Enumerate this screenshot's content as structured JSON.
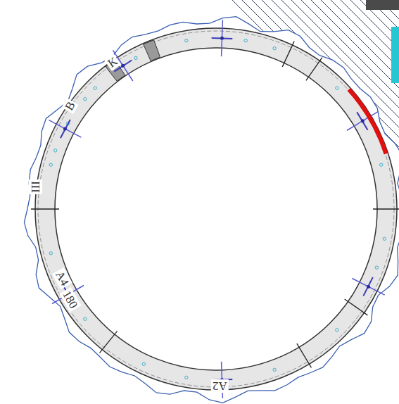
{
  "diagram": {
    "labels": [
      "K",
      "B",
      "III",
      "A4",
      "180",
      "A2"
    ]
  }
}
